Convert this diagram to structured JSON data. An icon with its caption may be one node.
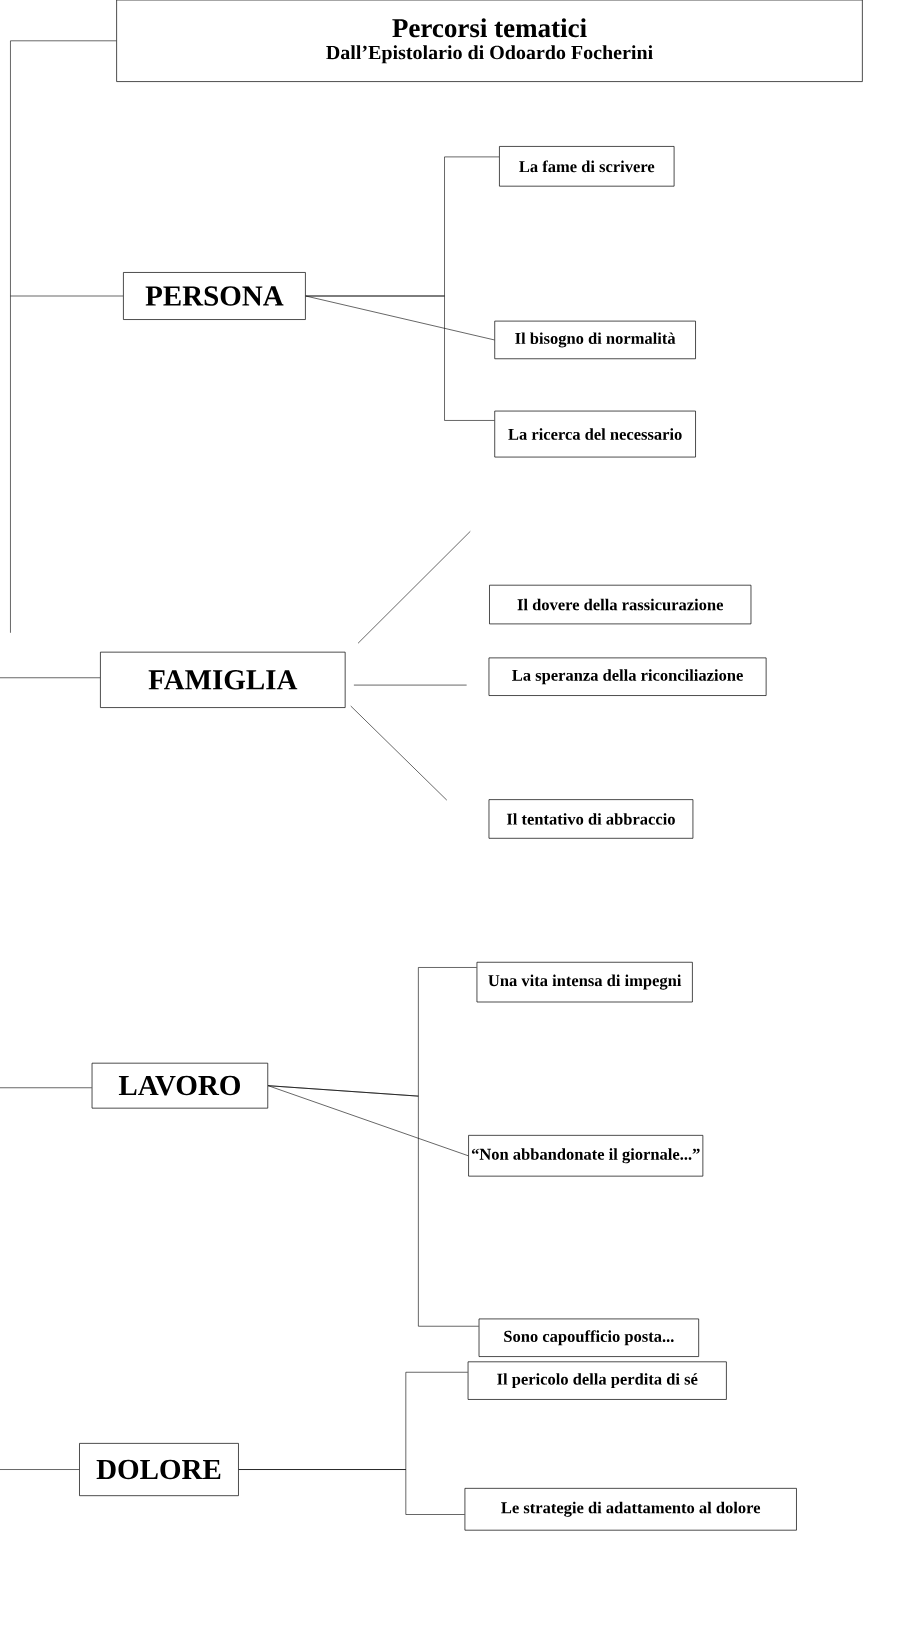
{
  "diagram": {
    "nodes": [
      {
        "text": [
          "Percorsi tematici",
          "Dall’Epistolario di Odoardo Focherini"
        ]
      },
      {
        "text": [
          "PERSONA"
        ]
      },
      {
        "text": [
          "La fame di scrivere"
        ]
      },
      {
        "text": [
          "Il bisogno di normalità"
        ]
      },
      {
        "text": [
          "La ricerca del necessario"
        ]
      },
      {
        "text": [
          "FAMIGLIA"
        ]
      },
      {
        "text": [
          "Il dovere della rassicurazione"
        ]
      },
      {
        "text": [
          "La speranza della riconciliazione"
        ]
      },
      {
        "text": [
          "Il tentativo di abbraccio"
        ]
      },
      {
        "text": [
          "LAVORO"
        ]
      },
      {
        "text": [
          "Una vita intensa di impegni"
        ]
      },
      {
        "text": [
          "“Non abbandonate il giornale...”"
        ]
      },
      {
        "text": [
          "Sono capoufficio posta..."
        ]
      },
      {
        "text": [
          "DOLORE"
        ]
      },
      {
        "text": [
          "Il pericolo della perdita di sé"
        ]
      },
      {
        "text": [
          "Le strategie di adattamento al dolore"
        ]
      }
    ],
    "edges": [
      {
        "from": 0,
        "to": 1,
        "arrow": "none"
      },
      {
        "from": 1,
        "to": 2,
        "arrow": "none"
      },
      {
        "from": 1,
        "to": 3,
        "arrow": "none"
      },
      {
        "from": 1,
        "to": 4,
        "arrow": "none"
      },
      {
        "from": null,
        "to": 5,
        "arrow": "none"
      },
      {
        "from": 5,
        "to": 6,
        "arrow": "none"
      },
      {
        "from": 5,
        "to": 7,
        "arrow": "none"
      },
      {
        "from": 5,
        "to": 8,
        "arrow": "none"
      },
      {
        "from": null,
        "to": 9,
        "arrow": "none"
      },
      {
        "from": 9,
        "to": 10,
        "arrow": "none"
      },
      {
        "from": 9,
        "to": 11,
        "arrow": "none"
      },
      {
        "from": 9,
        "to": 12,
        "arrow": "none"
      },
      {
        "from": null,
        "to": 13,
        "arrow": "none"
      },
      {
        "from": 13,
        "to": 14,
        "arrow": "none"
      },
      {
        "from": 13,
        "to": 15,
        "arrow": "none"
      }
    ]
  }
}
